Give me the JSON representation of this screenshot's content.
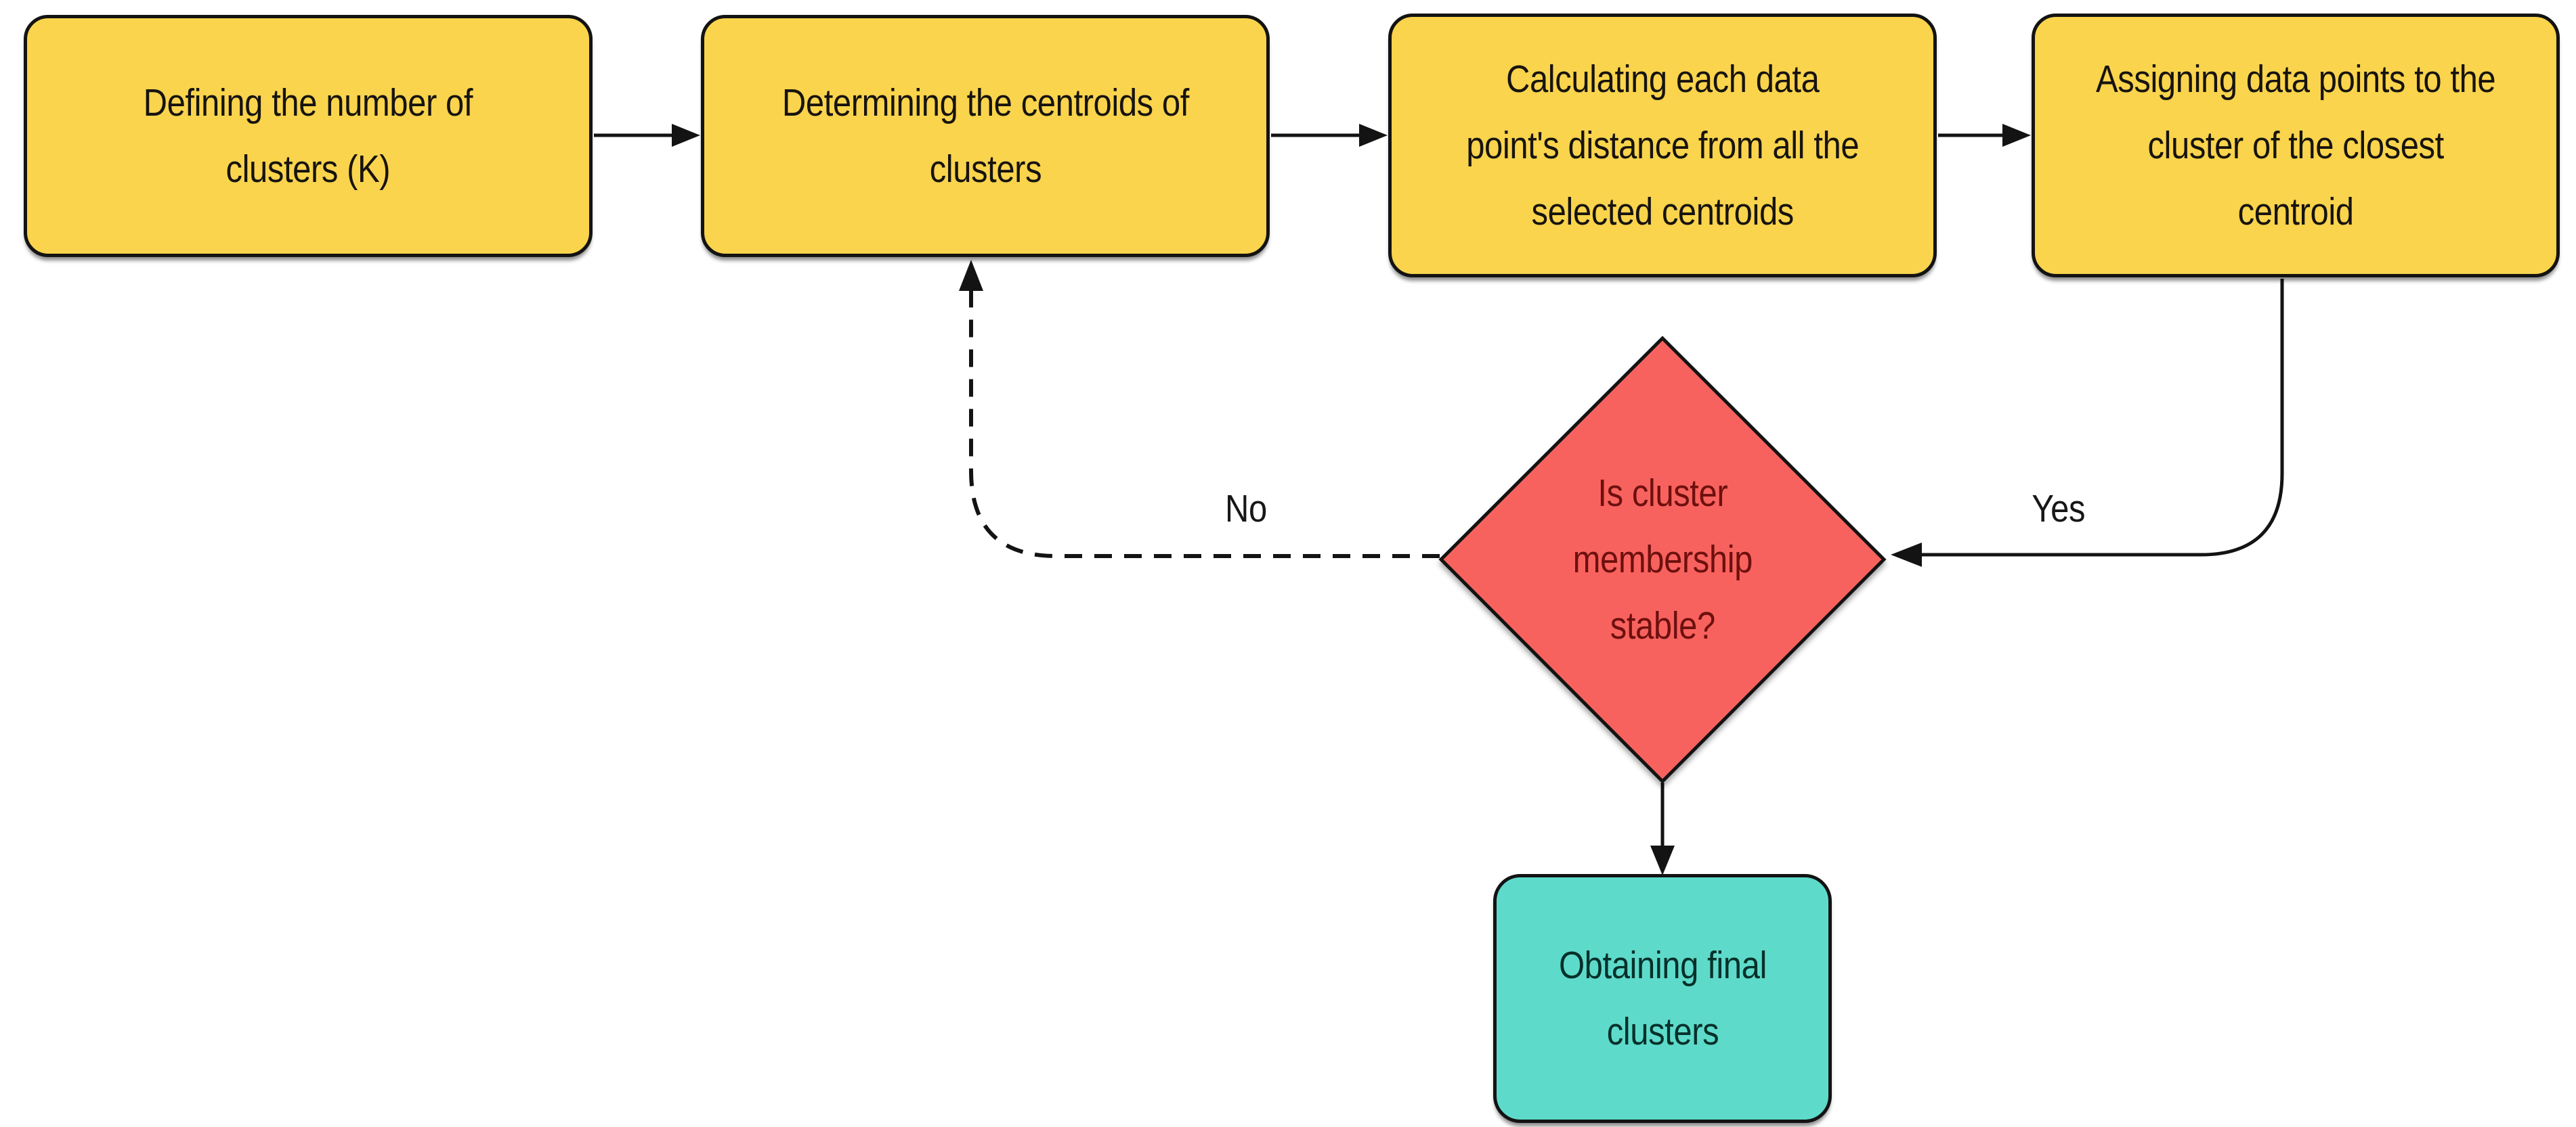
{
  "flowchart": {
    "kind": "flowchart",
    "steps": [
      {
        "id": "step1",
        "lines": [
          "Defining the number of",
          "clusters (K)"
        ]
      },
      {
        "id": "step2",
        "lines": [
          "Determining the centroids of",
          "clusters"
        ]
      },
      {
        "id": "step3",
        "lines": [
          "Calculating each data",
          "point's distance from all the",
          "selected centroids"
        ]
      },
      {
        "id": "step4",
        "lines": [
          "Assigning data points to the",
          "cluster of the closest",
          "centroid"
        ]
      }
    ],
    "decision": {
      "lines": [
        "Is cluster",
        "membership",
        "stable?"
      ]
    },
    "terminal": {
      "lines": [
        "Obtaining final",
        "clusters"
      ]
    },
    "edge_labels": {
      "no": "No",
      "yes": "Yes"
    },
    "colors": {
      "process_fill": "#F9D44C",
      "process_text": "#171310",
      "decision_fill": "#F8625E",
      "decision_text": "#6D100E",
      "terminal_fill": "#5EDACA",
      "terminal_text": "#05302A",
      "stroke": "#131313",
      "background": "#FFFFFF",
      "edge_label_color": "#171717"
    }
  }
}
